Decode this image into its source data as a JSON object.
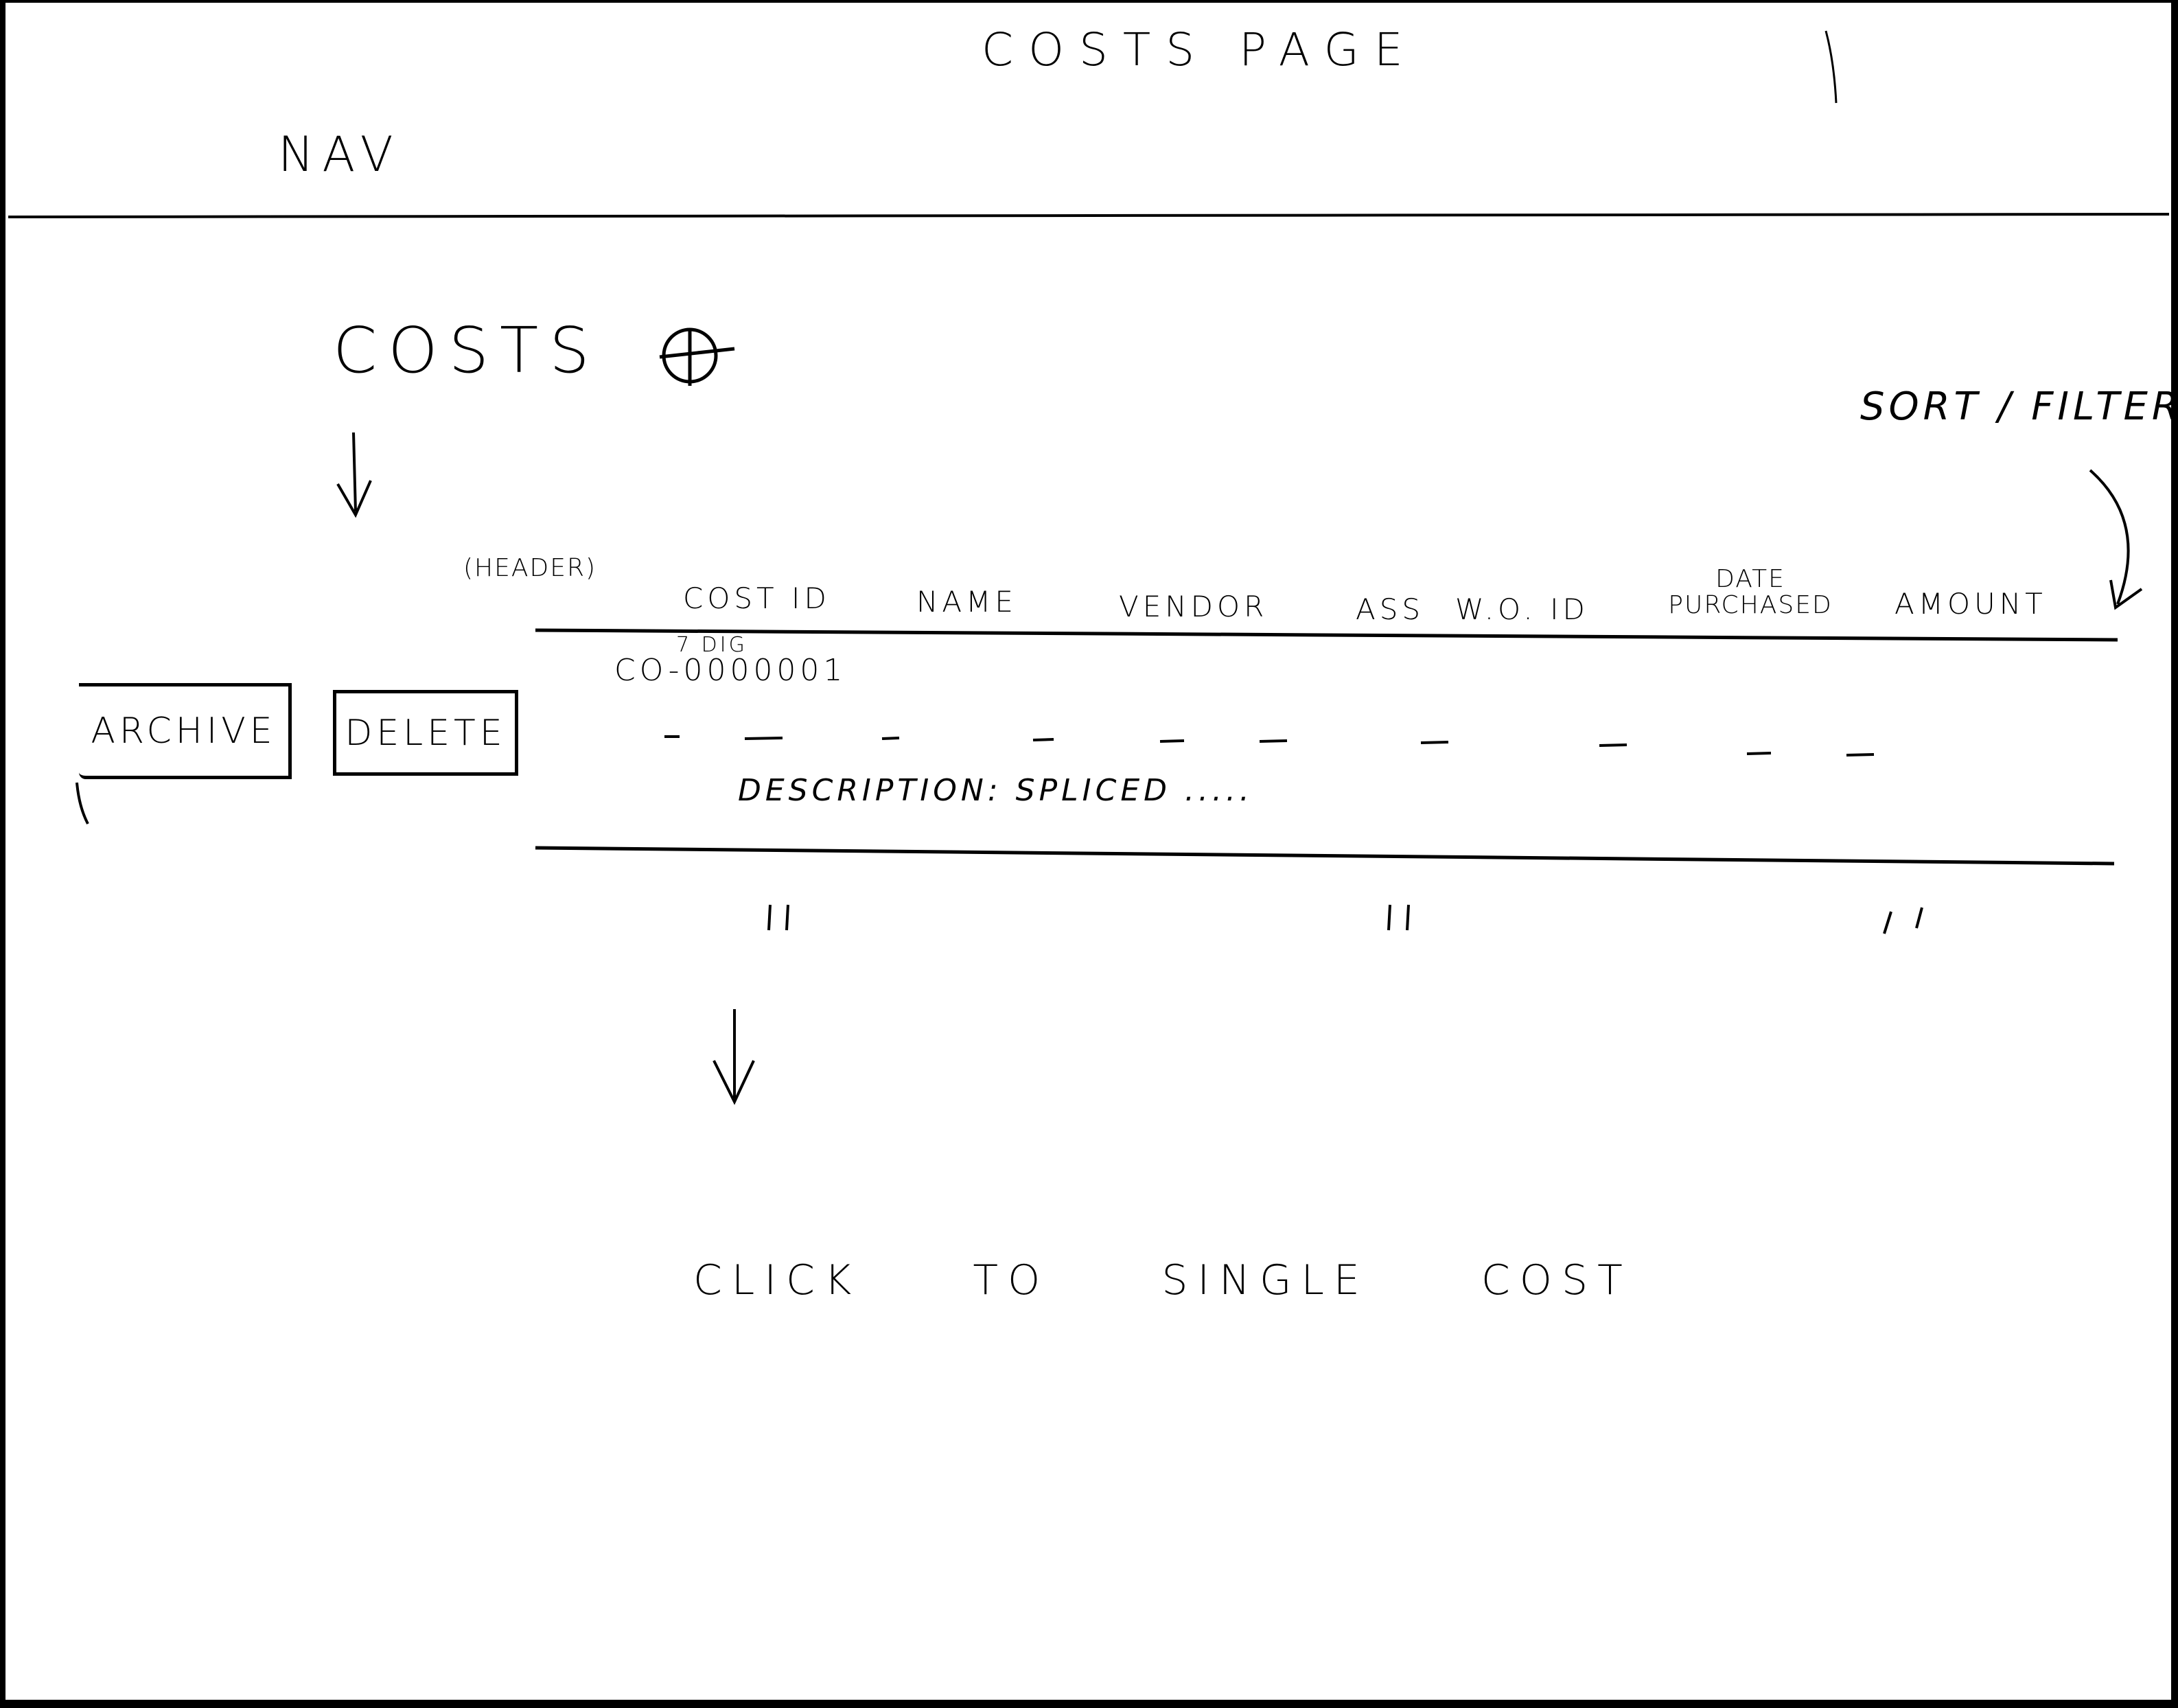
{
  "page_title": "COSTS PAGE",
  "nav": {
    "label": "NAV"
  },
  "costs": {
    "title": "COSTS",
    "add_icon": "plus-circle-icon"
  },
  "sort_filter_label": "SORT / FILTER",
  "header_note": "(HEADER)",
  "table": {
    "columns": [
      "COST ID",
      "NAME",
      "VENDOR",
      "ASS",
      "W.O. ID",
      "DATE PURCHASED",
      "AMOUNT"
    ],
    "id_note": "7 DIG",
    "sample_id": "CO-0000001",
    "description_label": "DESCRIPTION:",
    "description_value": "SPLICED ....."
  },
  "actions": {
    "archive_label": "ARCHIVE",
    "delete_label": "DELETE"
  },
  "footer_note": [
    "CLICK",
    "TO",
    "SINGLE",
    "COST"
  ]
}
